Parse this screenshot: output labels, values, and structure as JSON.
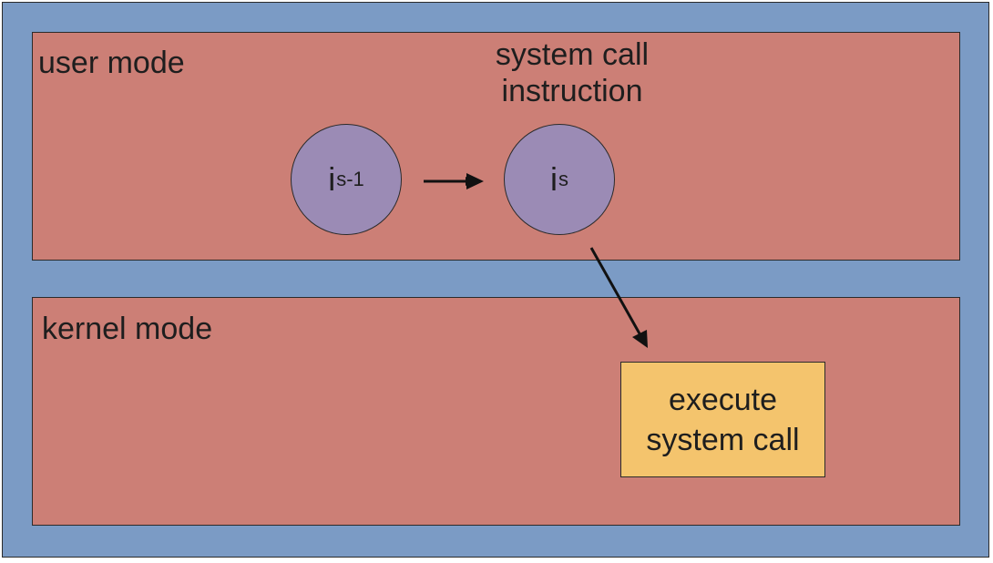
{
  "labels": {
    "user_mode": "user mode",
    "kernel_mode": "kernel mode",
    "syscall_title_line1": "system call",
    "syscall_title_line2": "instruction"
  },
  "nodes": [
    {
      "main": "i",
      "sub": "s-1"
    },
    {
      "main": "i",
      "sub": "s"
    }
  ],
  "box": {
    "line1": "execute",
    "line2": "system call"
  },
  "colors": {
    "frame": "#7b9bc5",
    "panel": "#cc7f76",
    "node": "#9b8bb5",
    "box": "#f4c46d"
  }
}
